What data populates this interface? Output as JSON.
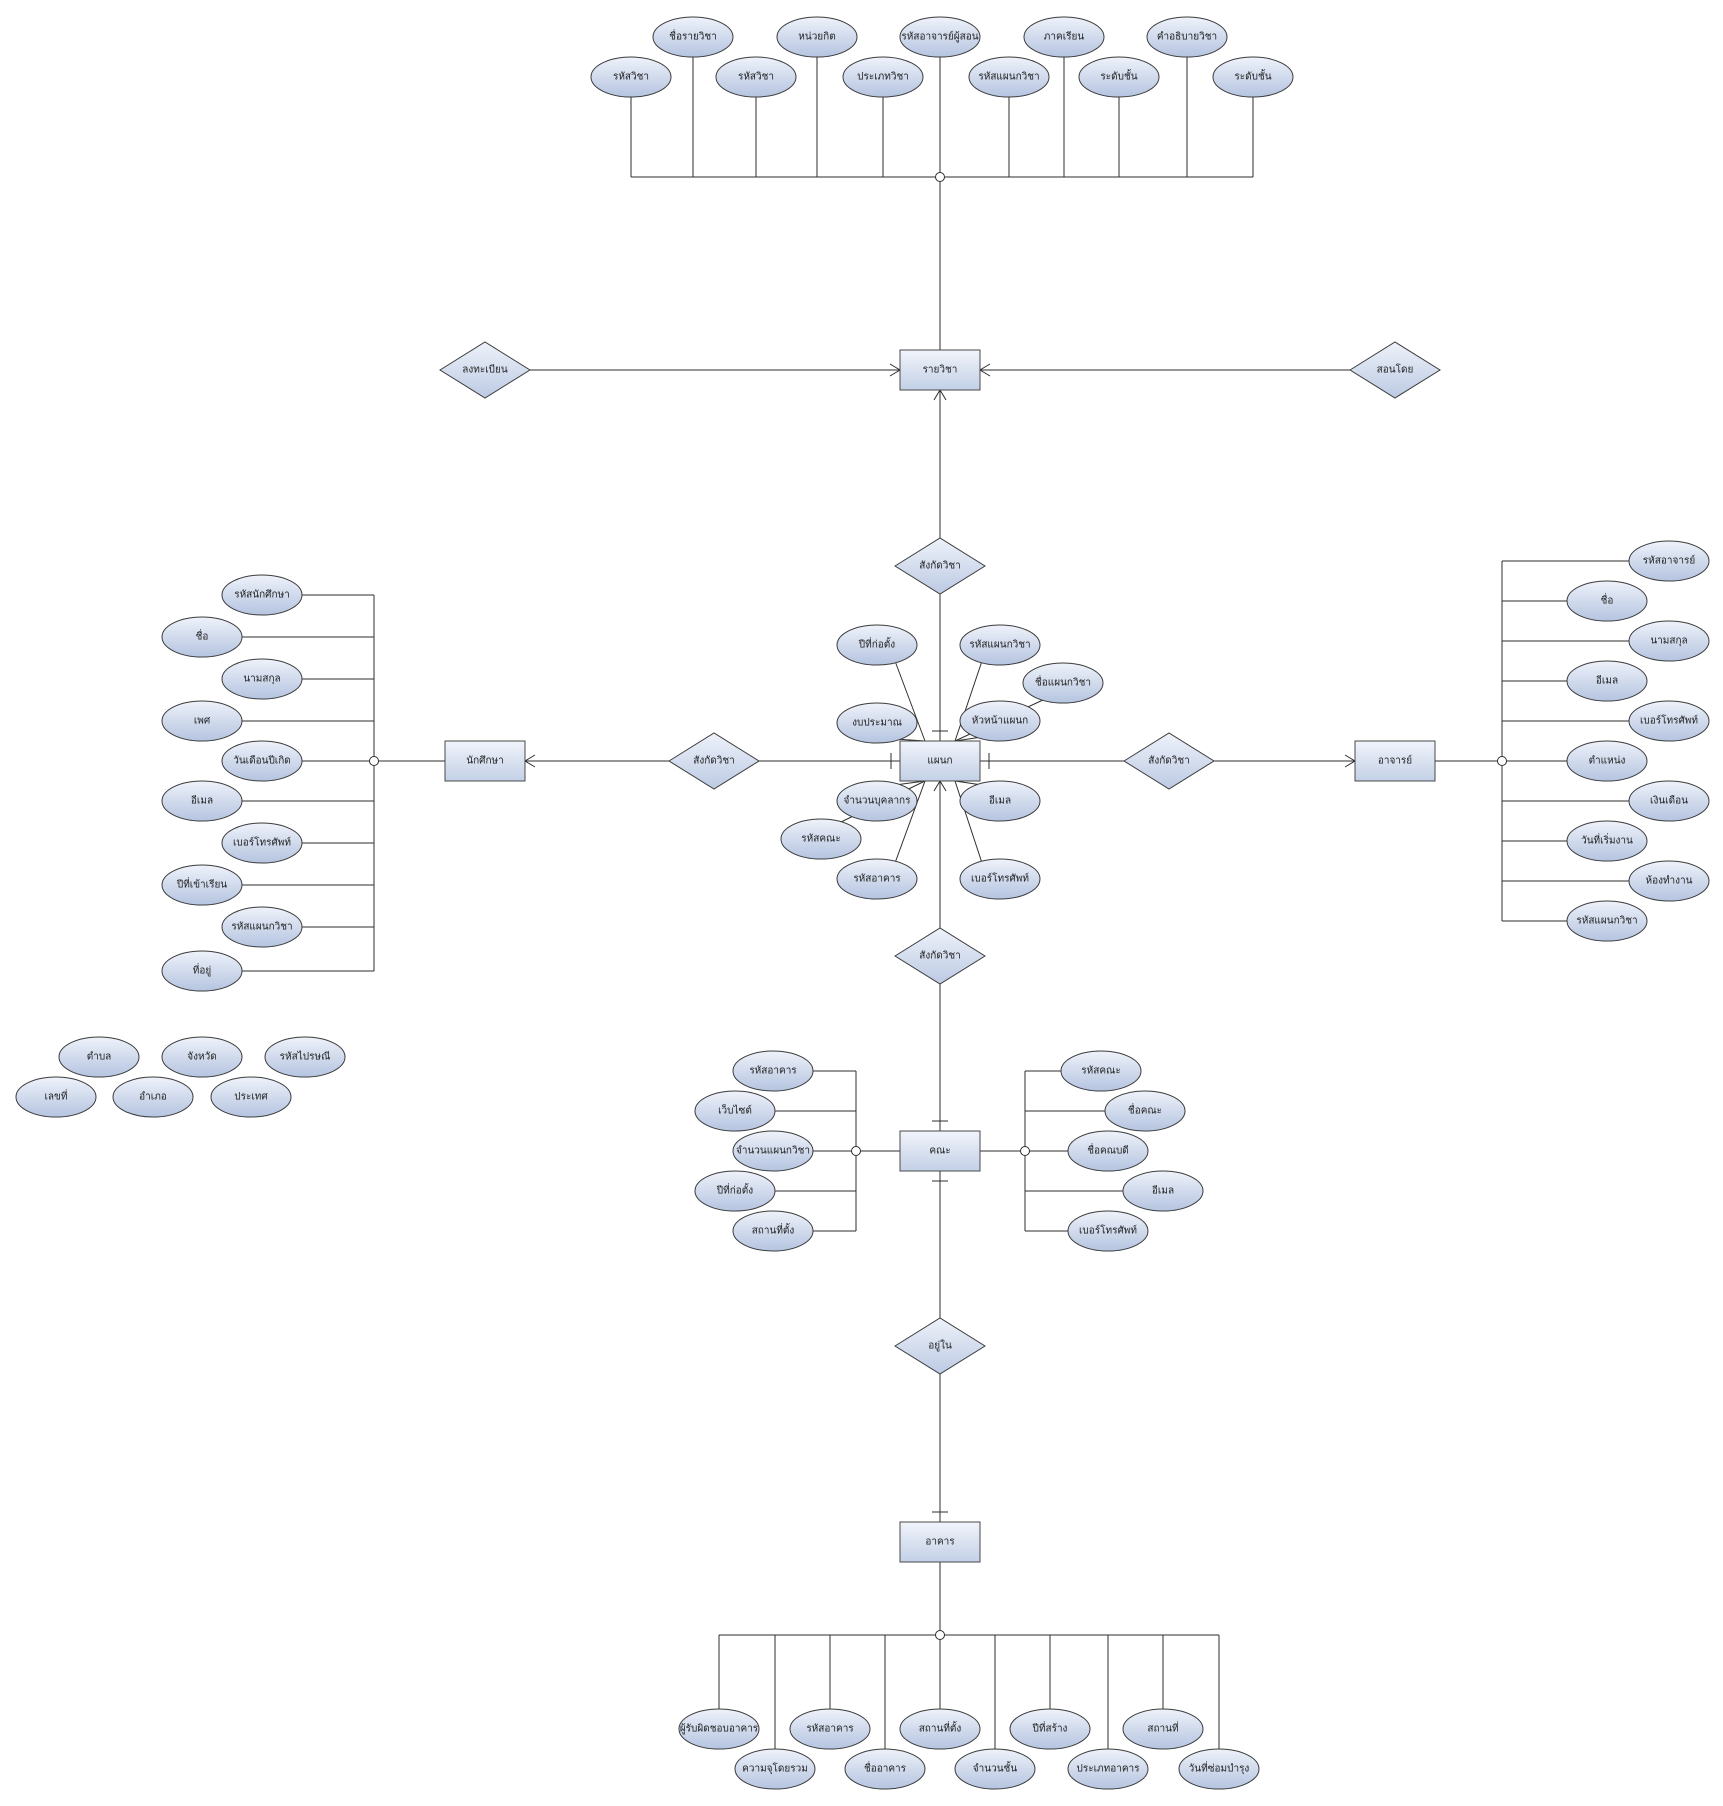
{
  "entities": {
    "course": "รายวิชา",
    "department": "แผนก",
    "student": "นักศึกษา",
    "teacher": "อาจารย์",
    "faculty": "คณะ",
    "building": "อาคาร"
  },
  "relationships": {
    "enroll": "ลงทะเบียน",
    "taught_by": "สอนโดย",
    "dept_course": "สังกัดวิชา",
    "dept_student": "สังกัดวิชา",
    "dept_teacher": "สังกัดวิชา",
    "dept_faculty": "สังกัดวิชา",
    "located_in": "อยู่ใน"
  },
  "attributes": {
    "course": [
      "รหัสวิชา",
      "ชื่อรายวิชา",
      "รหัสวิชา",
      "หน่วยกิต",
      "ประเภทวิชา",
      "รหัสอาจารย์ผู้สอน",
      "รหัสแผนกวิชา",
      "ภาคเรียน",
      "ระดับชั้น",
      "คำอธิบายวิชา",
      "ระดับชั้น"
    ],
    "department": [
      "ปีที่ก่อตั้ง",
      "รหัสแผนกวิชา",
      "ชื่อแผนกวิชา",
      "งบประมาณ",
      "หัวหน้าแผนก",
      "จำนวนบุคลากร",
      "อีเมล",
      "รหัสคณะ",
      "รหัสอาคาร",
      "เบอร์โทรศัพท์"
    ],
    "student": [
      "รหัสนักศึกษา",
      "ชื่อ",
      "นามสกุล",
      "เพศ",
      "วันเดือนปีเกิด",
      "อีเมล",
      "เบอร์โทรศัพท์",
      "ปีที่เข้าเรียน",
      "รหัสแผนกวิชา",
      "ที่อยู่"
    ],
    "address": [
      "ตำบล",
      "จังหวัด",
      "รหัสไปรษณี",
      "เลขที่",
      "อำเภอ",
      "ประเทศ"
    ],
    "teacher": [
      "รหัสอาจารย์",
      "ชื่อ",
      "นามสกุล",
      "อีเมล",
      "เบอร์โทรศัพท์",
      "ตำแหน่ง",
      "เงินเดือน",
      "วันที่เริ่มงาน",
      "ห้องทำงาน",
      "รหัสแผนกวิชา"
    ],
    "faculty_left": [
      "รหัสอาคาร",
      "เว็บไซต์",
      "จำนวนแผนกวิชา",
      "ปีที่ก่อตั้ง",
      "สถานที่ตั้ง"
    ],
    "faculty_right": [
      "รหัสคณะ",
      "ชื่อคณะ",
      "ชื่อคณบดี",
      "อีเมล",
      "เบอร์โทรศัพท์"
    ],
    "building": [
      "ผู้รับผิดชอบอาคาร",
      "ความจุโดยรวม",
      "รหัสอาคาร",
      "ชื่ออาคาร",
      "สถานที่ตั้ง",
      "จำนวนชั้น",
      "ปีที่สร้าง",
      "ประเภทอาคาร",
      "สถานที่",
      "วันที่ซ่อมบำรุง"
    ]
  },
  "colors": {
    "fill_light": "#eef2fa",
    "fill_dark": "#b5c4e0",
    "stroke": "#3c3c3c"
  }
}
